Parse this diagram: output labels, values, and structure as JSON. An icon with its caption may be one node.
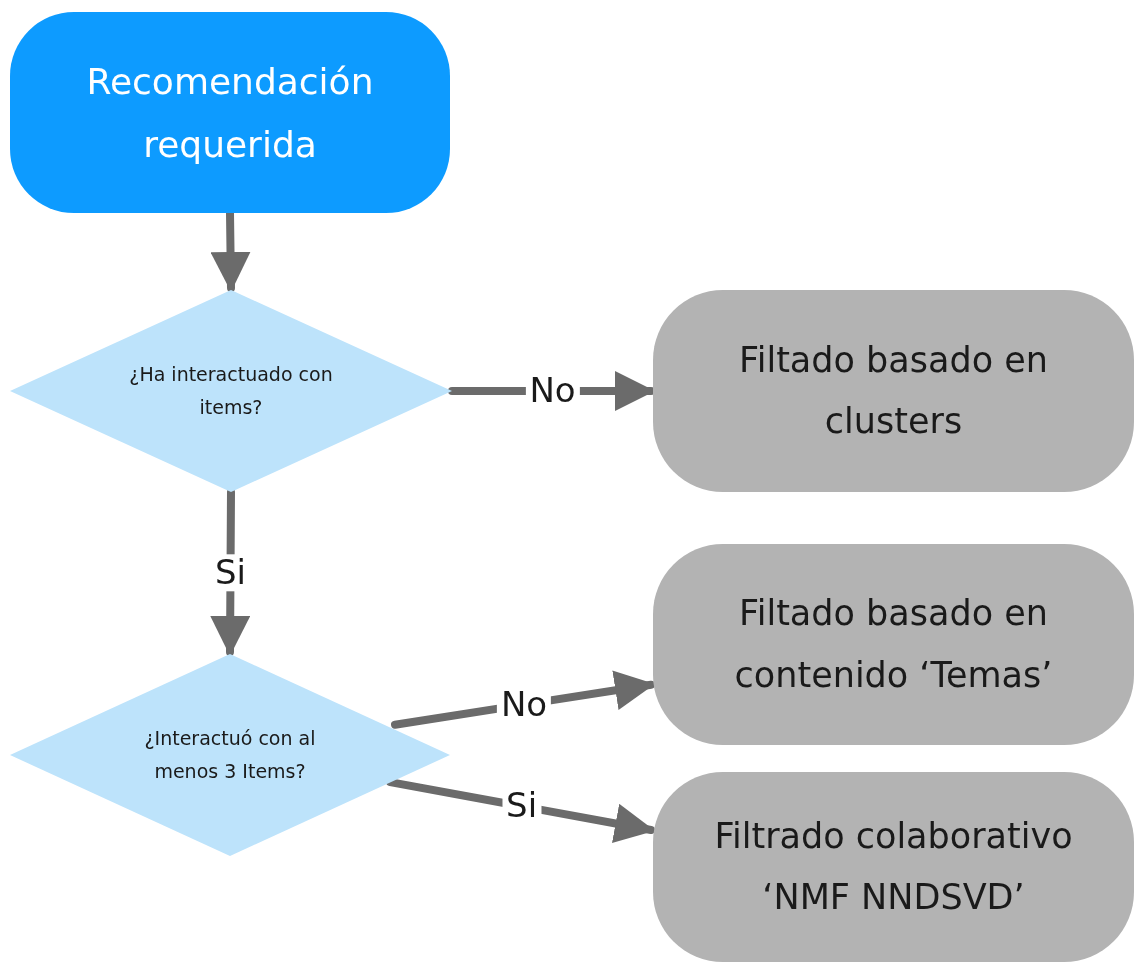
{
  "diagram": {
    "nodes": [
      {
        "text": [
          "Recomendación requerida"
        ]
      },
      {
        "text": [
          "¿Ha interactuado con items?"
        ]
      },
      {
        "text": [
          "Filtado basado en clusters"
        ]
      },
      {
        "text": [
          "¿Interactuó con al menos 3 Items?"
        ]
      },
      {
        "text": [
          "Filtado basado en contenido ‘Temas’"
        ]
      },
      {
        "text": [
          "Filtrado colaborativo ‘NMF NNDSVD’"
        ]
      }
    ],
    "edges": [
      {
        "from": 0,
        "to": 1,
        "arrow": "to"
      },
      {
        "from": 1,
        "to": 2,
        "arrow": "to",
        "label": "No"
      },
      {
        "from": 1,
        "to": 3,
        "arrow": "to",
        "label": "Si"
      },
      {
        "from": 3,
        "to": 4,
        "arrow": "to",
        "label": "No"
      },
      {
        "from": 3,
        "to": 5,
        "arrow": "to",
        "label": "Si"
      }
    ]
  }
}
